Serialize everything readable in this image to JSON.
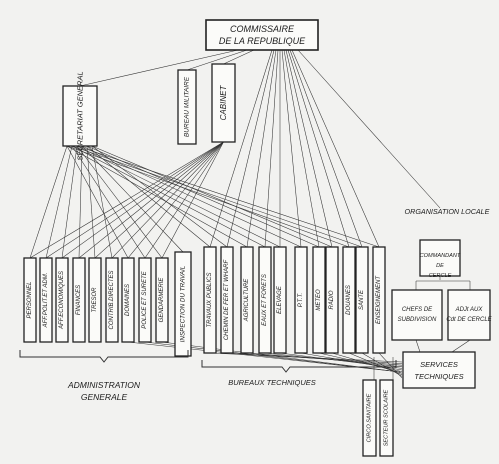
{
  "top": [
    "COMMISSAIRE",
    "DE LA REPUBLIQUE"
  ],
  "secretariat": "SECRETARIAT GENERAL",
  "bureau_militaire": "BUREAU MILITAIRE",
  "cabinet": "CABINET",
  "admin_boxes": [
    "PERSONNEL",
    "AFF.POLIT.ET ADM.",
    "AFF.ECONOMIQUES",
    "FINANCES",
    "TRESOR",
    "CONTRIB.DIRECTES",
    "DOMAINES",
    "POLICE ET SURETE",
    "GENDARMERIE"
  ],
  "inspection": "INSPECTION DU TRAVAIL",
  "tech_boxes": [
    "TRAVAUX PUBLICS",
    "CHEMIN DE FER ET WHARF",
    "AGRICULTURE",
    "EAUX ET FORETS",
    "ELEVAGE",
    "P.T.T.",
    "METEO",
    "RADIO",
    "DOUANES",
    "SANTE",
    "ENSEIGNEMENT"
  ],
  "organisation_locale": "ORGANISATION LOCALE",
  "commandant": [
    "COMMANDANT",
    "DE",
    "CERCLE"
  ],
  "chefs": [
    "CHEFS DE",
    "SUBDIVISION"
  ],
  "adjoint": [
    "ADJt AUX",
    "Cdt DE CERCLE"
  ],
  "services": [
    "SERVICES",
    "TECHNIQUES"
  ],
  "bottom_boxes": [
    "CIRCO.SANITAIRE",
    "SECTEUR SCOLAIRE"
  ],
  "admin_label": [
    "ADMINISTRATION",
    "GENERALE"
  ],
  "tech_label": "BUREAUX TECHNIQUES"
}
